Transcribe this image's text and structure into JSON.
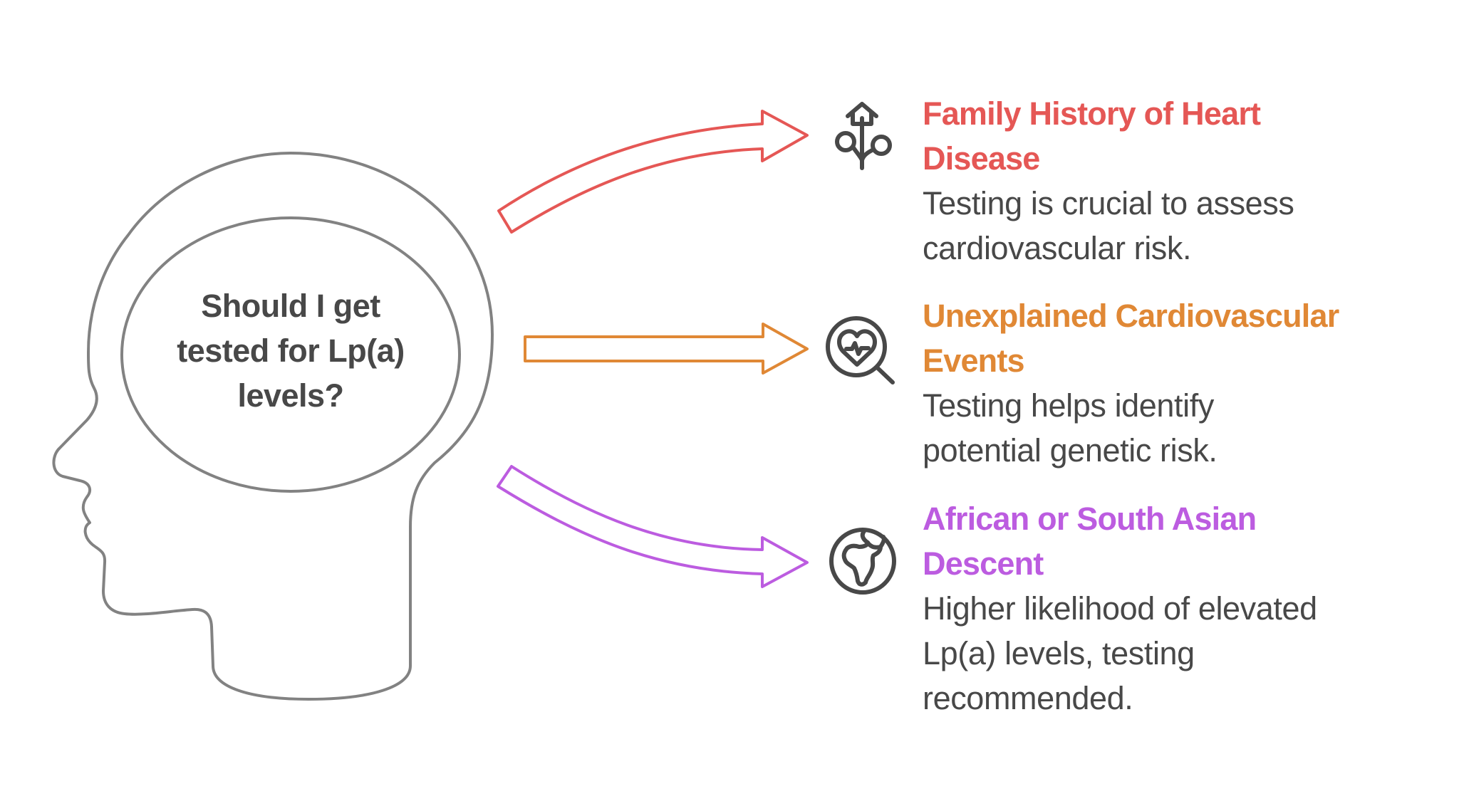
{
  "diagram": {
    "central_question": {
      "lines": [
        "Should I get",
        "tested for Lp(a)",
        "levels?"
      ],
      "icon": "head-profile-icon"
    },
    "branches": [
      {
        "title_lines": [
          "Family History of Heart",
          "Disease"
        ],
        "description_lines": [
          "Testing is crucial to assess",
          "cardiovascular risk."
        ],
        "color": "#E55755",
        "icon": "family-tree-icon",
        "arrow": "curved-up"
      },
      {
        "title_lines": [
          "Unexplained Cardiovascular",
          "Events"
        ],
        "description_lines": [
          "Testing helps identify",
          "potential genetic risk."
        ],
        "color": "#E08835",
        "icon": "heart-search-icon",
        "arrow": "straight"
      },
      {
        "title_lines": [
          "African or South Asian",
          "Descent"
        ],
        "description_lines": [
          "Higher likelihood of elevated",
          "Lp(a) levels, testing",
          "recommended."
        ],
        "color": "#BC5CE0",
        "icon": "globe-africa-icon",
        "arrow": "curved-down"
      }
    ],
    "text_color": "#484848",
    "outline_color": "#828282"
  }
}
